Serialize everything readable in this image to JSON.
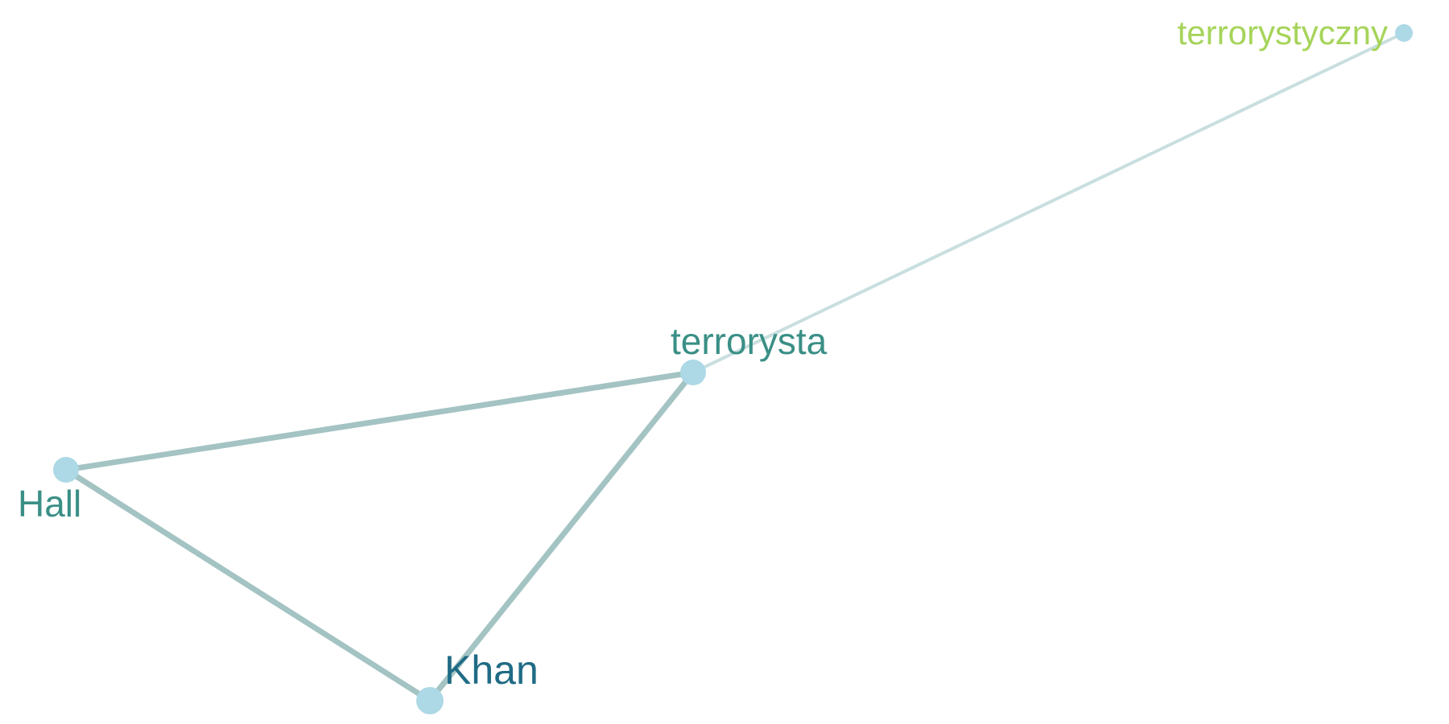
{
  "graph": {
    "nodes": [
      {
        "id": "terrorysta",
        "label": "terrorysta",
        "label_color": "#3a8f86",
        "node_color": "#add8e6"
      },
      {
        "id": "hall",
        "label": "Hall",
        "label_color": "#3a8f86",
        "node_color": "#add8e6"
      },
      {
        "id": "khan",
        "label": "Khan",
        "label_color": "#1f6b85",
        "node_color": "#add8e6"
      },
      {
        "id": "terrorystyczny",
        "label": "terrorystyczny",
        "label_color": "#a6d45a",
        "node_color": "#add8e6"
      }
    ],
    "edges": [
      {
        "source": "hall",
        "target": "terrorysta",
        "color": "#a4c3c3"
      },
      {
        "source": "hall",
        "target": "khan",
        "color": "#a4c3c3"
      },
      {
        "source": "khan",
        "target": "terrorysta",
        "color": "#a4c3c3"
      },
      {
        "source": "terrorysta",
        "target": "terrorystyczny",
        "color": "#c9dfdf"
      }
    ]
  }
}
